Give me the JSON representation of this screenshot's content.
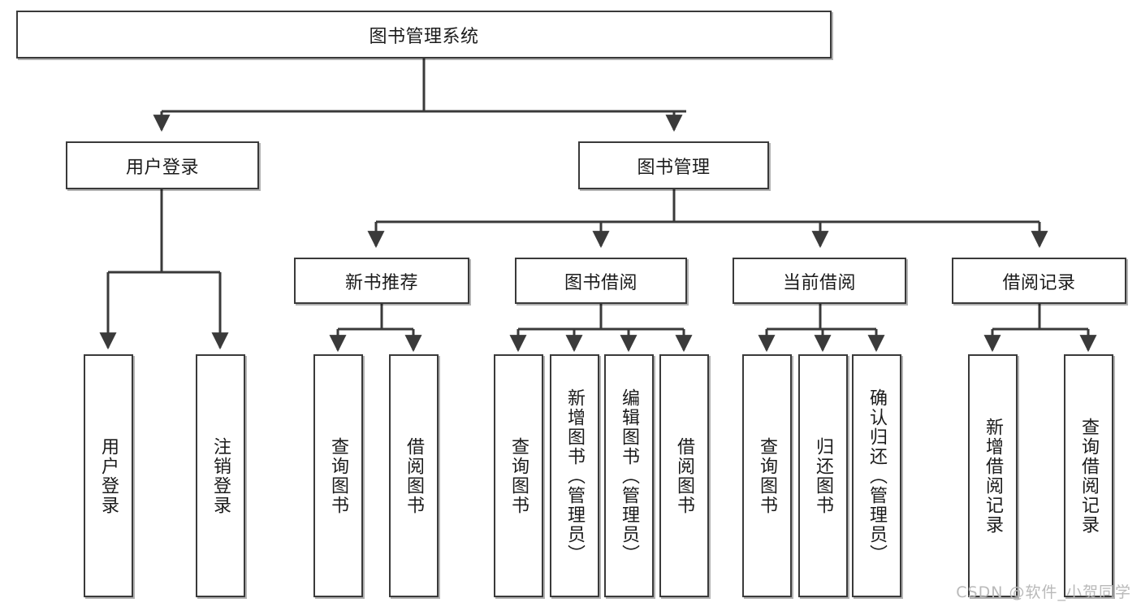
{
  "diagram": {
    "type": "tree",
    "title": "图书管理系统",
    "root": {
      "label": "图书管理系统"
    },
    "level1": [
      {
        "label": "用户登录"
      },
      {
        "label": "图书管理"
      }
    ],
    "level2": [
      {
        "label": "新书推荐"
      },
      {
        "label": "图书借阅"
      },
      {
        "label": "当前借阅"
      },
      {
        "label": "借阅记录"
      }
    ],
    "leaves": {
      "user_login": [
        {
          "label": "用户登录"
        },
        {
          "label": "注销登录"
        }
      ],
      "new_book_recommend": [
        {
          "label": "查询图书"
        },
        {
          "label": "借阅图书"
        }
      ],
      "book_borrow": [
        {
          "label": "查询图书"
        },
        {
          "label": "新增图书（管理员）"
        },
        {
          "label": "编辑图书（管理员）"
        },
        {
          "label": "借阅图书"
        }
      ],
      "current_borrow": [
        {
          "label": "查询图书"
        },
        {
          "label": "归还图书"
        },
        {
          "label": "确认归还（管理员）"
        }
      ],
      "borrow_record": [
        {
          "label": "新增借阅记录"
        },
        {
          "label": "查询借阅记录"
        }
      ]
    }
  },
  "watermark": {
    "text": "CSDN @软件_小贺同学"
  },
  "colors": {
    "box_border": "#3a3a3a",
    "box_fill": "#ffffff",
    "text": "#1b1b1b",
    "line": "#3a3a3a",
    "watermark": "#b9b9b9"
  }
}
